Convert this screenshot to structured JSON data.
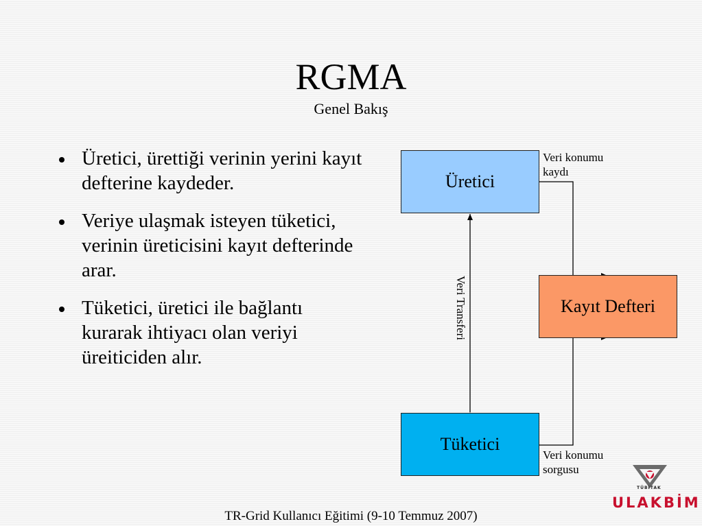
{
  "slide": {
    "title": "RGMA",
    "subtitle": "Genel Bakış",
    "footer": "TR-Grid Kullanıcı Eğitimi (9-10 Temmuz 2007)"
  },
  "bullets": [
    "Üretici, ürettiği verinin yerini kayıt defterine kaydeder.",
    "Veriye ulaşmak isteyen tüketici, verinin üreticisini kayıt defterinde arar.",
    "Tüketici, üretici ile bağlantı kurarak ihtiyacı olan veriyi üreiticiden alır."
  ],
  "diagram": {
    "producer": {
      "label": "Üretici",
      "color": "#99ccff"
    },
    "registry": {
      "label": "Kayıt Defteri",
      "color": "#fb9866"
    },
    "consumer": {
      "label": "Tüketici",
      "color": "#00b0f0"
    },
    "note_top": {
      "line1": "Veri konumu",
      "line2": "kaydı"
    },
    "note_bottom": {
      "line1": "Veri konumu",
      "line2": "sorgusu"
    },
    "transfer_label": "Veri Transferi"
  },
  "logo": {
    "wordmark": "ULAKBİM",
    "small_text": "TÜBİTAK",
    "color": "#c8102e"
  }
}
